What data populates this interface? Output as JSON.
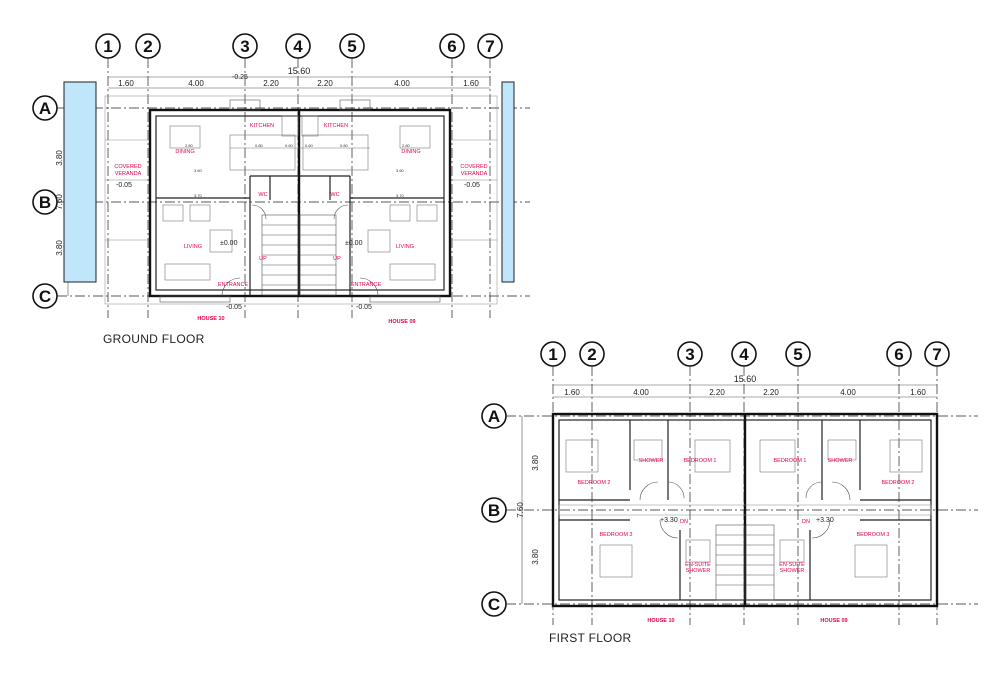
{
  "ground_floor": {
    "title": "GROUND FLOOR",
    "grid_columns": [
      "1",
      "2",
      "3",
      "4",
      "5",
      "6",
      "7"
    ],
    "grid_rows": [
      "A",
      "B",
      "C"
    ],
    "overall_dim": "15.60",
    "segment_dims": [
      "1.60",
      "4.00",
      "2.20",
      "2.20",
      "4.00",
      "1.60"
    ],
    "top_level": "-0.25",
    "vertical_dims": [
      "3.80",
      "7.60",
      "3.80"
    ],
    "rooms": {
      "kitchen_left": "KITCHEN",
      "kitchen_right": "KITCHEN",
      "dining_left": "DINING",
      "dining_right": "DINING",
      "veranda_left_1": "COVERED",
      "veranda_left_2": "VERANDA",
      "veranda_right_1": "COVERED",
      "veranda_right_2": "VERANDA",
      "wc_left": "WC",
      "wc_right": "WC",
      "living_left": "LIVING",
      "living_right": "LIVING",
      "up_left": "UP",
      "up_right": "UP",
      "entrance_left": "ENTRANCE",
      "entrance_right": "ENTRANCE"
    },
    "levels": {
      "veranda_left": "-0.05",
      "veranda_right": "-0.05",
      "living_left": "±0.00",
      "living_right": "±0.00",
      "entrance_left": "-0.05",
      "entrance_right": "-0.05"
    },
    "houses": {
      "left": "HOUSE 10",
      "right": "HOUSE 09"
    }
  },
  "first_floor": {
    "title": "FIRST FLOOR",
    "grid_columns": [
      "1",
      "2",
      "3",
      "4",
      "5",
      "6",
      "7"
    ],
    "grid_rows": [
      "A",
      "B",
      "C"
    ],
    "overall_dim": "15.60",
    "segment_dims": [
      "1.60",
      "4.00",
      "2.20",
      "2.20",
      "4.00",
      "1.60"
    ],
    "vertical_dims": [
      "3.80",
      "7.60",
      "3.80"
    ],
    "rooms": {
      "bedroom2_left": "BEDROOM 2",
      "bedroom2_right": "BEDROOM 2",
      "shower_left": "SHOWER",
      "shower_right": "SHOWER",
      "bedroom1_left": "BEDROOM 1",
      "bedroom1_right": "BEDROOM 1",
      "bedroom3_left": "BEDROOM 3",
      "bedroom3_right": "BEDROOM 3",
      "ensuite_left_1": "EN-SUITE",
      "ensuite_left_2": "SHOWER",
      "ensuite_right_1": "EN-SUITE",
      "ensuite_right_2": "SHOWER",
      "dn_left": "DN",
      "dn_right": "DN"
    },
    "levels": {
      "left": "+3.30",
      "right": "+3.30"
    },
    "houses": {
      "left": "HOUSE 10",
      "right": "HOUSE 09"
    }
  },
  "colors": {
    "label_red": "#e5004f",
    "pool_blue": "#bfe6fb",
    "lines": "#111111"
  }
}
